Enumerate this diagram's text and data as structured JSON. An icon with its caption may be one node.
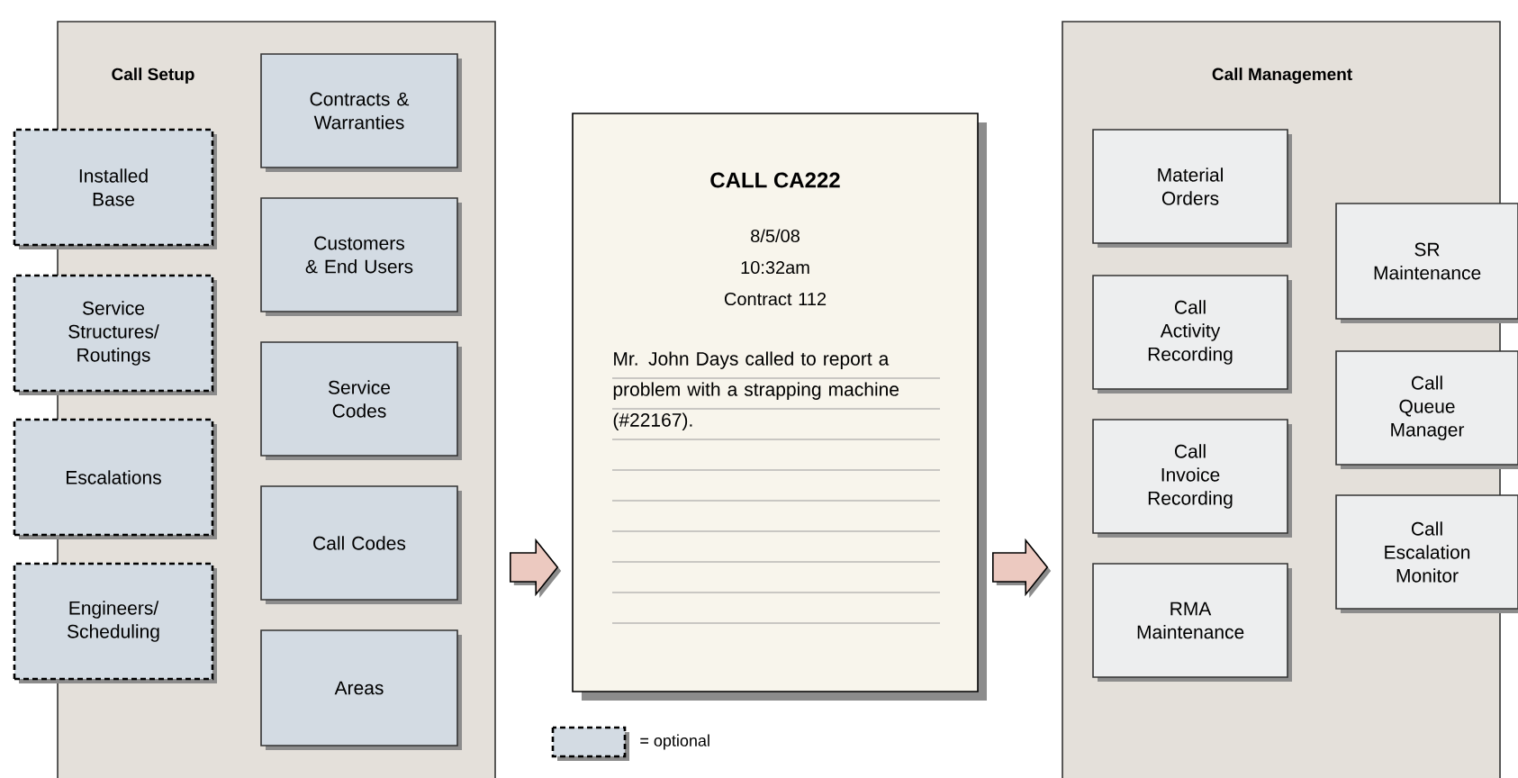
{
  "diagram": {
    "nodes": [
      {
        "text": [
          "Call Setup"
        ]
      },
      {
        "text": [
          "Installed Base"
        ]
      },
      {
        "text": [
          "Service Structures/ Routings"
        ]
      },
      {
        "text": [
          "Escalations"
        ]
      },
      {
        "text": [
          "Engineers/ Scheduling"
        ]
      },
      {
        "text": [
          "Contracts & Warranties"
        ],
        "in": 0
      },
      {
        "text": [
          "Customers & End Users"
        ],
        "in": 0
      },
      {
        "text": [
          "Service Codes"
        ],
        "in": 0
      },
      {
        "text": [
          "Call Codes"
        ],
        "in": 0
      },
      {
        "text": [
          "Areas"
        ],
        "in": 0
      },
      {
        "text": [
          "CALL CA222",
          "8/5/08 10:32am Contract 112",
          "Mr. John Days called to report a problem with a strapping machine (#22167)."
        ]
      },
      {
        "text": [
          "Call Management"
        ]
      },
      {
        "text": [
          "Material Orders"
        ],
        "in": 11
      },
      {
        "text": [
          "Call Activity Recording"
        ],
        "in": 11
      },
      {
        "text": [
          "Call Invoice Recording"
        ],
        "in": 11
      },
      {
        "text": [
          "RMA Maintenance"
        ],
        "in": 11
      },
      {
        "text": [
          "SR Maintenance"
        ]
      },
      {
        "text": [
          "Call Queue Manager"
        ]
      },
      {
        "text": [
          "Call Escalation Monitor"
        ]
      }
    ],
    "edges": [
      {
        "from": 0,
        "to": 10,
        "arrow": "to"
      },
      {
        "from": 10,
        "to": 11,
        "arrow": "to"
      }
    ],
    "legend": [
      {
        "text": "= optional"
      }
    ]
  }
}
